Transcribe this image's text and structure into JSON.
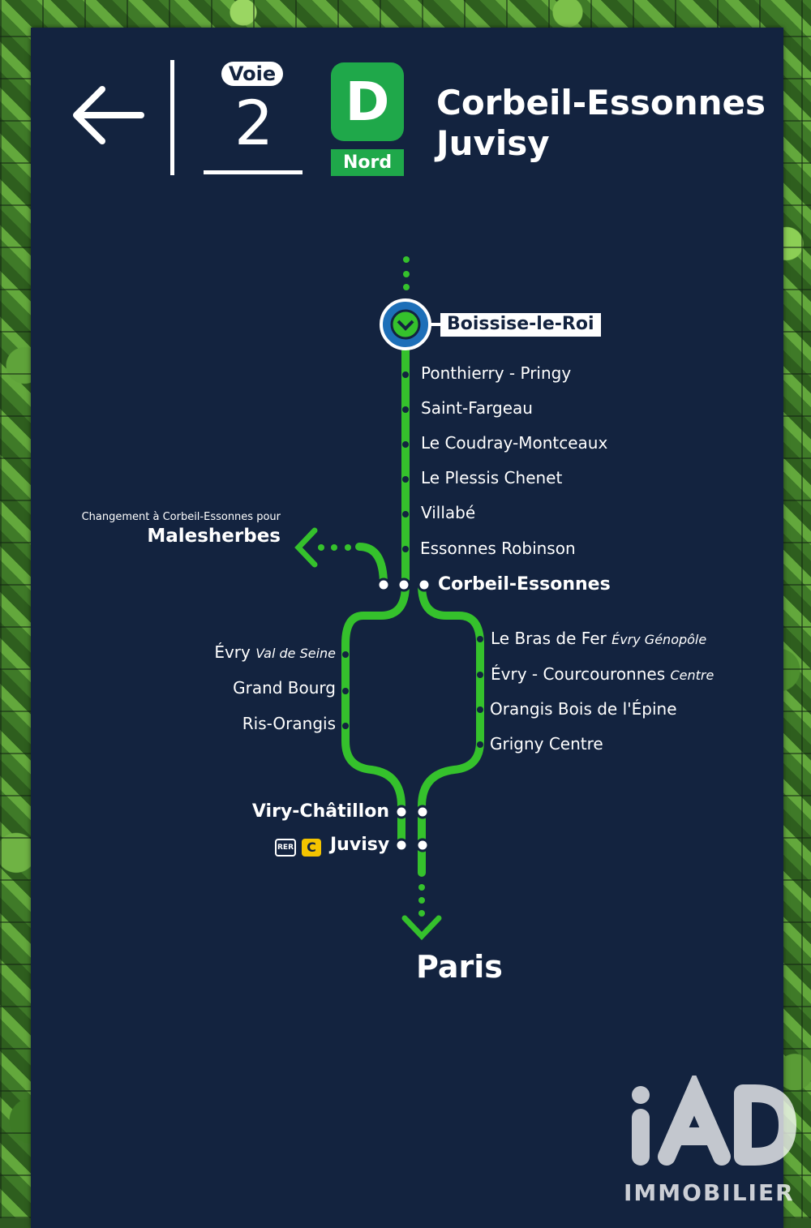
{
  "platform": {
    "voie_label": "Voie",
    "voie_number": "2"
  },
  "line": {
    "letter": "D",
    "direction": "Nord",
    "color": "#1fa84a"
  },
  "destinations": [
    "Corbeil-Essonnes",
    "Juvisy"
  ],
  "current_station": "Boissise-le-Roi",
  "stations_trunk": [
    "Ponthierry - Pringy",
    "Saint-Fargeau",
    "Le Coudray-Montceaux",
    "Le Plessis Chenet",
    "Villabé",
    "Essonnes Robinson"
  ],
  "junction": "Corbeil-Essonnes",
  "transfer": {
    "text": "Changement à Corbeil-Essonnes pour",
    "destination": "Malesherbes"
  },
  "branch_left": [
    {
      "name": "Évry",
      "suffix": "Val de Seine"
    },
    {
      "name": "Grand Bourg",
      "suffix": ""
    },
    {
      "name": "Ris-Orangis",
      "suffix": ""
    }
  ],
  "branch_right": [
    {
      "name": "Le Bras de Fer",
      "suffix": "Évry Génopôle"
    },
    {
      "name": "Évry - Courcouronnes",
      "suffix": "Centre"
    },
    {
      "name": "Orangis Bois de l'Épine",
      "suffix": ""
    },
    {
      "name": "Grigny Centre",
      "suffix": ""
    }
  ],
  "merge_stations": [
    "Viry-Châtillon",
    "Juvisy"
  ],
  "connections": {
    "rer_label": "RER",
    "rer_line": "C",
    "rer_color": "#f4c400"
  },
  "terminus": "Paris",
  "watermark": {
    "brand": "iAD",
    "sub": "IMMOBILIER"
  },
  "colors": {
    "sign_bg": "#13233f",
    "line_green": "#35c12c",
    "text": "#ffffff"
  }
}
